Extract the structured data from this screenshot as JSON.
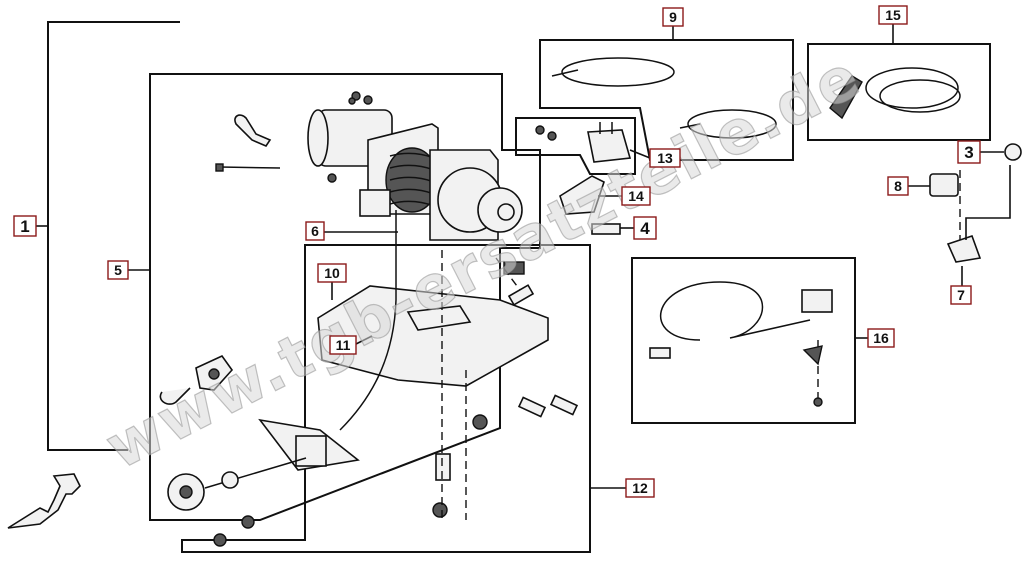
{
  "watermark": "www.tgb-ersatzteile.de",
  "callouts": [
    {
      "id": "c1",
      "label": "1"
    },
    {
      "id": "c3",
      "label": "3"
    },
    {
      "id": "c4",
      "label": "4"
    },
    {
      "id": "c5",
      "label": "5"
    },
    {
      "id": "c6",
      "label": "6"
    },
    {
      "id": "c7",
      "label": "7"
    },
    {
      "id": "c8",
      "label": "8"
    },
    {
      "id": "c9",
      "label": "9"
    },
    {
      "id": "c10",
      "label": "10"
    },
    {
      "id": "c11",
      "label": "11"
    },
    {
      "id": "c12",
      "label": "12"
    },
    {
      "id": "c13",
      "label": "13"
    },
    {
      "id": "c14",
      "label": "14"
    },
    {
      "id": "c15",
      "label": "15"
    },
    {
      "id": "c16",
      "label": "16"
    }
  ],
  "colors": {
    "callout_border": "#8b1a1a",
    "line": "#111111",
    "watermark": "#d9d9d9"
  },
  "icons": [
    "winch-motor-icon",
    "front-direction-arrow-icon"
  ]
}
